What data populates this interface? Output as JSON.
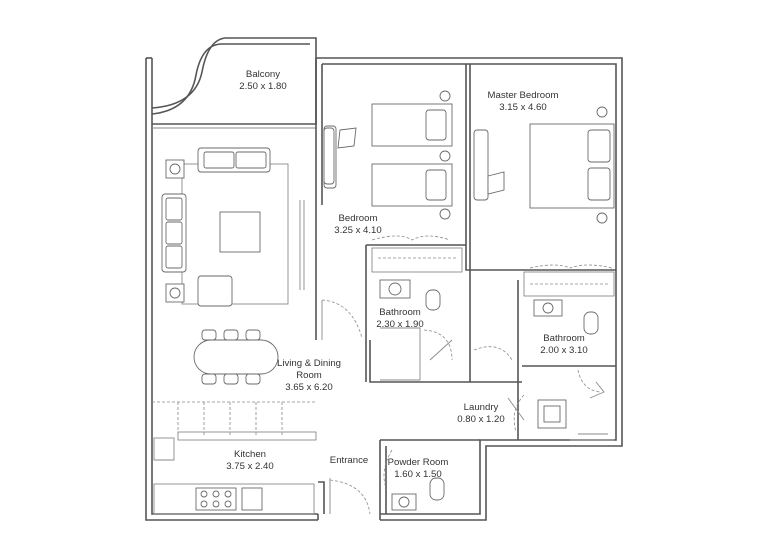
{
  "rooms": {
    "balcony": {
      "name": "Balcony",
      "dims": "2.50 x 1.80"
    },
    "master": {
      "name": "Master Bedroom",
      "dims": "3.15 x 4.60"
    },
    "bedroom": {
      "name": "Bedroom",
      "dims": "3.25 x 4.10"
    },
    "bath1": {
      "name": "Bathroom",
      "dims": "2.30 x 1.90"
    },
    "bath2": {
      "name": "Bathroom",
      "dims": "2.00 x 3.10"
    },
    "living": {
      "name": "Living & Dining",
      "name2": "Room",
      "dims": "3.65 x 6.20"
    },
    "laundry": {
      "name": "Laundry",
      "dims": "0.80 x 1.20"
    },
    "kitchen": {
      "name": "Kitchen",
      "dims": "3.75 x 2.40"
    },
    "entrance": {
      "name": "Entrance"
    },
    "powder": {
      "name": "Powder Room",
      "dims": "1.60 x 1.50"
    }
  }
}
